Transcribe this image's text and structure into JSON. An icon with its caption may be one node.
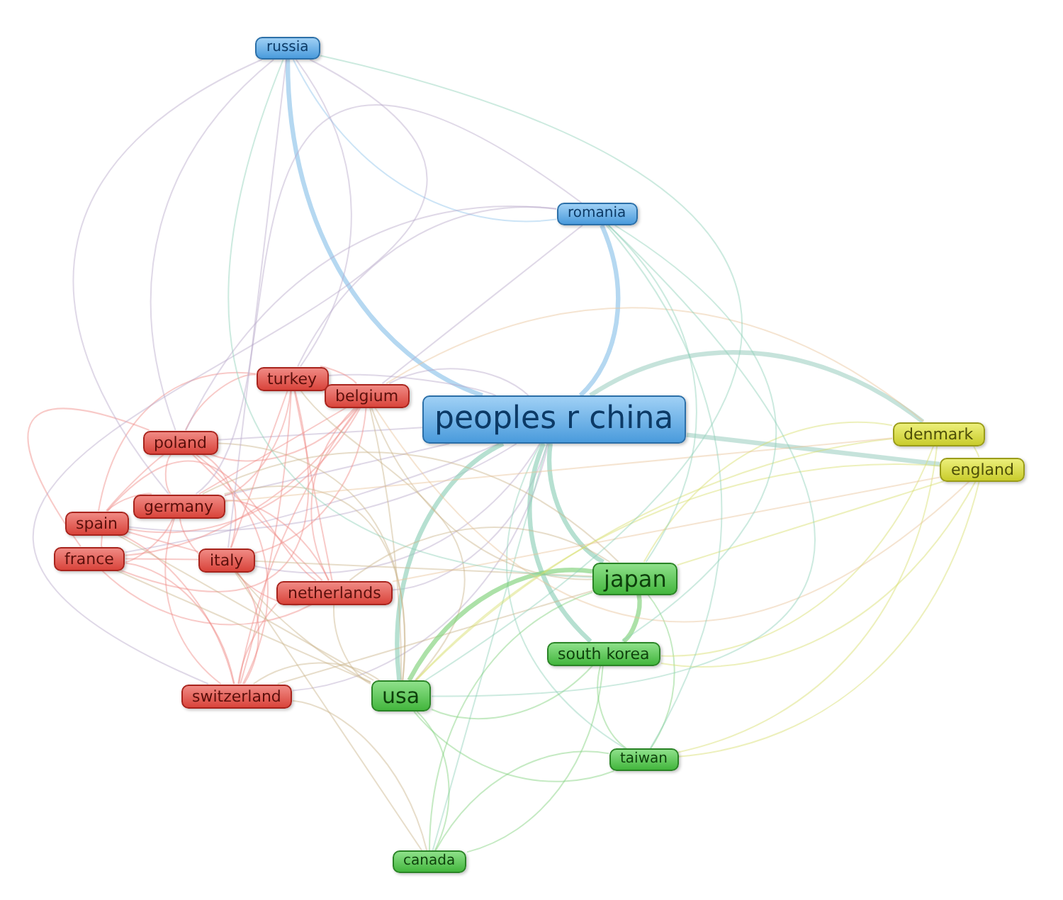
{
  "diagram": {
    "nodes": [
      {
        "text": [
          "russia"
        ]
      },
      {
        "text": [
          "romania"
        ]
      },
      {
        "text": [
          "turkey"
        ]
      },
      {
        "text": [
          "belgium"
        ]
      },
      {
        "text": [
          "peoples r china"
        ]
      },
      {
        "text": [
          "denmark"
        ]
      },
      {
        "text": [
          "poland"
        ]
      },
      {
        "text": [
          "england"
        ]
      },
      {
        "text": [
          "germany"
        ]
      },
      {
        "text": [
          "spain"
        ]
      },
      {
        "text": [
          "france"
        ]
      },
      {
        "text": [
          "italy"
        ]
      },
      {
        "text": [
          "japan"
        ]
      },
      {
        "text": [
          "netherlands"
        ]
      },
      {
        "text": [
          "south korea"
        ]
      },
      {
        "text": [
          "switzerland"
        ]
      },
      {
        "text": [
          "usa"
        ]
      },
      {
        "text": [
          "taiwan"
        ]
      },
      {
        "text": [
          "canada"
        ]
      }
    ],
    "edges": [
      {
        "from": 4,
        "to": 0,
        "arrow": "none",
        "style": "thick",
        "color": "#8ec3ea"
      },
      {
        "from": 4,
        "to": 1,
        "arrow": "none",
        "style": "thick",
        "color": "#8ec3ea"
      },
      {
        "from": 4,
        "to": 2,
        "arrow": "none",
        "color": "#b9a9c9"
      },
      {
        "from": 4,
        "to": 3,
        "arrow": "none",
        "color": "#b9a9c9"
      },
      {
        "from": 4,
        "to": 5,
        "arrow": "none",
        "style": "thick",
        "color": "#a8d4c8"
      },
      {
        "from": 4,
        "to": 6,
        "arrow": "none",
        "color": "#b9a9c9"
      },
      {
        "from": 4,
        "to": 7,
        "arrow": "none",
        "style": "thick",
        "color": "#a8d4c8"
      },
      {
        "from": 4,
        "to": 8,
        "arrow": "none",
        "color": "#b9a9c9"
      },
      {
        "from": 4,
        "to": 9,
        "arrow": "none",
        "color": "#b9a9c9"
      },
      {
        "from": 4,
        "to": 10,
        "arrow": "none",
        "color": "#b9a9c9"
      },
      {
        "from": 4,
        "to": 11,
        "arrow": "none",
        "color": "#b9a9c9"
      },
      {
        "from": 4,
        "to": 12,
        "arrow": "none",
        "style": "thick",
        "color": "#8fd0b8"
      },
      {
        "from": 4,
        "to": 13,
        "arrow": "none",
        "color": "#b9a9c9"
      },
      {
        "from": 4,
        "to": 14,
        "arrow": "none",
        "style": "thick",
        "color": "#8fd0b8"
      },
      {
        "from": 4,
        "to": 15,
        "arrow": "none",
        "color": "#b9a9c9"
      },
      {
        "from": 4,
        "to": 16,
        "arrow": "none",
        "style": "thick",
        "color": "#8fd0b8"
      },
      {
        "from": 4,
        "to": 17,
        "arrow": "none",
        "color": "#8fd0b8"
      },
      {
        "from": 4,
        "to": 18,
        "arrow": "none",
        "color": "#8fd0b8"
      },
      {
        "from": 2,
        "to": 3,
        "arrow": "none",
        "color": "#ef8a84"
      },
      {
        "from": 2,
        "to": 6,
        "arrow": "none",
        "color": "#ef8a84"
      },
      {
        "from": 2,
        "to": 8,
        "arrow": "none",
        "color": "#ef8a84"
      },
      {
        "from": 2,
        "to": 9,
        "arrow": "none",
        "color": "#ef8a84"
      },
      {
        "from": 2,
        "to": 10,
        "arrow": "none",
        "color": "#ef8a84"
      },
      {
        "from": 2,
        "to": 11,
        "arrow": "none",
        "color": "#ef8a84"
      },
      {
        "from": 2,
        "to": 13,
        "arrow": "none",
        "color": "#ef8a84"
      },
      {
        "from": 2,
        "to": 15,
        "arrow": "none",
        "color": "#ef8a84"
      },
      {
        "from": 3,
        "to": 6,
        "arrow": "none",
        "color": "#ef8a84"
      },
      {
        "from": 3,
        "to": 8,
        "arrow": "none",
        "color": "#ef8a84"
      },
      {
        "from": 3,
        "to": 9,
        "arrow": "none",
        "color": "#ef8a84"
      },
      {
        "from": 3,
        "to": 10,
        "arrow": "none",
        "color": "#ef8a84"
      },
      {
        "from": 3,
        "to": 11,
        "arrow": "none",
        "color": "#ef8a84"
      },
      {
        "from": 3,
        "to": 13,
        "arrow": "none",
        "color": "#ef8a84"
      },
      {
        "from": 3,
        "to": 15,
        "arrow": "none",
        "color": "#ef8a84"
      },
      {
        "from": 6,
        "to": 8,
        "arrow": "none",
        "color": "#ef8a84"
      },
      {
        "from": 6,
        "to": 9,
        "arrow": "none",
        "color": "#ef8a84"
      },
      {
        "from": 6,
        "to": 10,
        "arrow": "none",
        "color": "#ef8a84"
      },
      {
        "from": 6,
        "to": 11,
        "arrow": "none",
        "color": "#ef8a84"
      },
      {
        "from": 6,
        "to": 13,
        "arrow": "none",
        "color": "#ef8a84"
      },
      {
        "from": 6,
        "to": 15,
        "arrow": "none",
        "color": "#ef8a84"
      },
      {
        "from": 8,
        "to": 9,
        "arrow": "none",
        "color": "#ef8a84"
      },
      {
        "from": 8,
        "to": 10,
        "arrow": "none",
        "color": "#ef8a84"
      },
      {
        "from": 8,
        "to": 11,
        "arrow": "none",
        "color": "#ef8a84"
      },
      {
        "from": 8,
        "to": 13,
        "arrow": "none",
        "color": "#ef8a84"
      },
      {
        "from": 8,
        "to": 15,
        "arrow": "none",
        "color": "#ef8a84"
      },
      {
        "from": 9,
        "to": 10,
        "arrow": "none",
        "color": "#ef8a84"
      },
      {
        "from": 9,
        "to": 11,
        "arrow": "none",
        "color": "#ef8a84"
      },
      {
        "from": 9,
        "to": 13,
        "arrow": "none",
        "color": "#ef8a84"
      },
      {
        "from": 9,
        "to": 15,
        "arrow": "none",
        "color": "#ef8a84"
      },
      {
        "from": 10,
        "to": 11,
        "arrow": "none",
        "color": "#ef8a84"
      },
      {
        "from": 10,
        "to": 13,
        "arrow": "none",
        "color": "#ef8a84"
      },
      {
        "from": 10,
        "to": 15,
        "arrow": "none",
        "color": "#ef8a84"
      },
      {
        "from": 11,
        "to": 13,
        "arrow": "none",
        "color": "#ef8a84"
      },
      {
        "from": 11,
        "to": 15,
        "arrow": "none",
        "color": "#ef8a84"
      },
      {
        "from": 13,
        "to": 15,
        "arrow": "none",
        "color": "#ef8a84"
      },
      {
        "from": 2,
        "to": 16,
        "arrow": "none",
        "color": "#c9b48a"
      },
      {
        "from": 3,
        "to": 16,
        "arrow": "none",
        "color": "#c9b48a"
      },
      {
        "from": 6,
        "to": 16,
        "arrow": "none",
        "color": "#c9b48a"
      },
      {
        "from": 8,
        "to": 16,
        "arrow": "none",
        "color": "#c9b48a"
      },
      {
        "from": 9,
        "to": 16,
        "arrow": "none",
        "color": "#c9b48a"
      },
      {
        "from": 10,
        "to": 16,
        "arrow": "none",
        "color": "#c9b48a"
      },
      {
        "from": 11,
        "to": 16,
        "arrow": "none",
        "color": "#c9b48a"
      },
      {
        "from": 13,
        "to": 16,
        "arrow": "none",
        "color": "#c9b48a"
      },
      {
        "from": 15,
        "to": 16,
        "arrow": "none",
        "color": "#c9b48a"
      },
      {
        "from": 3,
        "to": 12,
        "arrow": "none",
        "color": "#c9b48a"
      },
      {
        "from": 8,
        "to": 12,
        "arrow": "none",
        "color": "#c9b48a"
      },
      {
        "from": 11,
        "to": 12,
        "arrow": "none",
        "color": "#c9b48a"
      },
      {
        "from": 13,
        "to": 12,
        "arrow": "none",
        "color": "#c9b48a"
      },
      {
        "from": 15,
        "to": 12,
        "arrow": "none",
        "color": "#c9b48a"
      },
      {
        "from": 15,
        "to": 18,
        "arrow": "none",
        "color": "#c9b48a"
      },
      {
        "from": 11,
        "to": 18,
        "arrow": "none",
        "color": "#c9b48a"
      },
      {
        "from": 12,
        "to": 14,
        "arrow": "none",
        "style": "thick",
        "color": "#7fd17a"
      },
      {
        "from": 12,
        "to": 16,
        "arrow": "none",
        "style": "thick",
        "color": "#7fd17a"
      },
      {
        "from": 12,
        "to": 17,
        "arrow": "none",
        "color": "#7fd17a"
      },
      {
        "from": 12,
        "to": 18,
        "arrow": "none",
        "color": "#7fd17a"
      },
      {
        "from": 14,
        "to": 16,
        "arrow": "none",
        "color": "#7fd17a"
      },
      {
        "from": 14,
        "to": 17,
        "arrow": "none",
        "color": "#7fd17a"
      },
      {
        "from": 14,
        "to": 18,
        "arrow": "none",
        "color": "#7fd17a"
      },
      {
        "from": 16,
        "to": 17,
        "arrow": "none",
        "color": "#7fd17a"
      },
      {
        "from": 16,
        "to": 18,
        "arrow": "none",
        "color": "#7fd17a"
      },
      {
        "from": 17,
        "to": 18,
        "arrow": "none",
        "color": "#7fd17a"
      },
      {
        "from": 5,
        "to": 7,
        "arrow": "none",
        "color": "#d8dd6a"
      },
      {
        "from": 5,
        "to": 12,
        "arrow": "none",
        "color": "#d8dd6a"
      },
      {
        "from": 5,
        "to": 14,
        "arrow": "none",
        "color": "#d8dd6a"
      },
      {
        "from": 5,
        "to": 16,
        "arrow": "none",
        "color": "#d8dd6a"
      },
      {
        "from": 5,
        "to": 17,
        "arrow": "none",
        "color": "#d8dd6a"
      },
      {
        "from": 5,
        "to": 3,
        "arrow": "none",
        "color": "#e8c49a"
      },
      {
        "from": 5,
        "to": 8,
        "arrow": "none",
        "color": "#e8c49a"
      },
      {
        "from": 7,
        "to": 12,
        "arrow": "none",
        "color": "#d8dd6a"
      },
      {
        "from": 7,
        "to": 14,
        "arrow": "none",
        "color": "#d8dd6a"
      },
      {
        "from": 7,
        "to": 16,
        "arrow": "none",
        "color": "#d8dd6a"
      },
      {
        "from": 7,
        "to": 17,
        "arrow": "none",
        "color": "#d8dd6a"
      },
      {
        "from": 7,
        "to": 3,
        "arrow": "none",
        "color": "#e8c49a"
      },
      {
        "from": 7,
        "to": 13,
        "arrow": "none",
        "color": "#e8c49a"
      },
      {
        "from": 0,
        "to": 1,
        "arrow": "none",
        "color": "#8ec3ea"
      },
      {
        "from": 0,
        "to": 2,
        "arrow": "none",
        "color": "#b9a9c9"
      },
      {
        "from": 0,
        "to": 6,
        "arrow": "none",
        "color": "#b9a9c9"
      },
      {
        "from": 0,
        "to": 8,
        "arrow": "none",
        "color": "#b9a9c9"
      },
      {
        "from": 0,
        "to": 11,
        "arrow": "none",
        "color": "#b9a9c9"
      },
      {
        "from": 0,
        "to": 15,
        "arrow": "none",
        "color": "#b9a9c9"
      },
      {
        "from": 0,
        "to": 12,
        "arrow": "none",
        "color": "#8fd0b8"
      },
      {
        "from": 0,
        "to": 16,
        "arrow": "none",
        "color": "#8fd0b8"
      },
      {
        "from": 1,
        "to": 2,
        "arrow": "none",
        "color": "#b9a9c9"
      },
      {
        "from": 1,
        "to": 3,
        "arrow": "none",
        "color": "#b9a9c9"
      },
      {
        "from": 1,
        "to": 6,
        "arrow": "none",
        "color": "#b9a9c9"
      },
      {
        "from": 1,
        "to": 8,
        "arrow": "none",
        "color": "#b9a9c9"
      },
      {
        "from": 1,
        "to": 12,
        "arrow": "none",
        "color": "#8fd0b8"
      },
      {
        "from": 1,
        "to": 14,
        "arrow": "none",
        "color": "#8fd0b8"
      },
      {
        "from": 1,
        "to": 16,
        "arrow": "none",
        "color": "#8fd0b8"
      },
      {
        "from": 1,
        "to": 17,
        "arrow": "none",
        "color": "#8fd0b8"
      }
    ]
  }
}
